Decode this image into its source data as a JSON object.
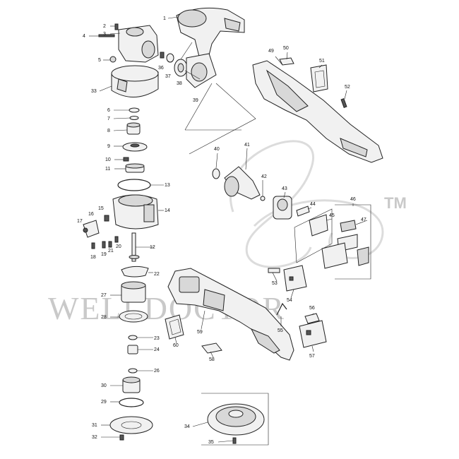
{
  "watermark": {
    "text": "WELLDOCTOR",
    "trademark": "TM"
  },
  "labels": {
    "p1": "1",
    "p2": "2",
    "p3": "3",
    "p4": "4",
    "p5": "5",
    "p6": "6",
    "p7": "7",
    "p8": "8",
    "p9": "9",
    "p10": "10",
    "p11": "11",
    "p12": "12",
    "p13": "13",
    "p14": "14",
    "p15": "15",
    "p16": "16",
    "p17": "17",
    "p18": "18",
    "p19": "19",
    "p20": "20",
    "p21": "21",
    "p22": "22",
    "p23": "23",
    "p24": "24",
    "p26": "26",
    "p27": "27",
    "p28": "28",
    "p29": "29",
    "p30": "30",
    "p31": "31",
    "p32": "32",
    "p33": "33",
    "p34": "34",
    "p35": "35",
    "p36": "36",
    "p37": "37",
    "p38": "38",
    "p39": "39",
    "p40": "40",
    "p41": "41",
    "p42": "42",
    "p43": "43",
    "p44": "44",
    "p45": "45",
    "p46": "46",
    "p47": "47",
    "p49": "49",
    "p50": "50",
    "p51": "51",
    "p52": "52",
    "p53": "53",
    "p54": "54",
    "p55": "55",
    "p56": "56",
    "p57": "57",
    "p58": "58",
    "p59": "59",
    "p60": "60"
  }
}
